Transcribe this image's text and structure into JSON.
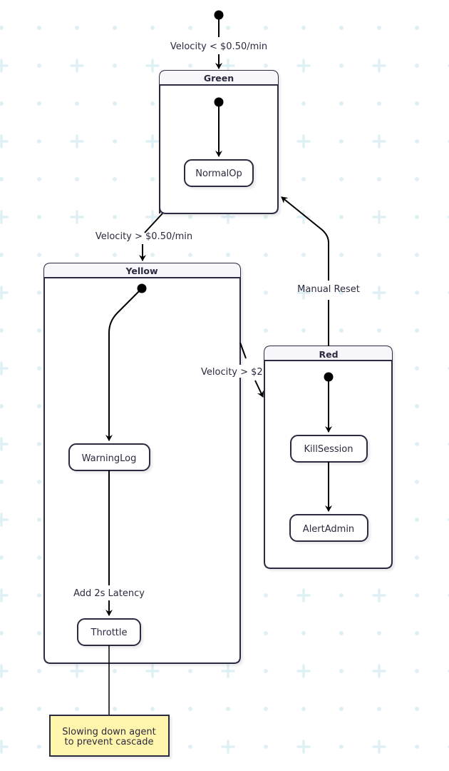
{
  "diagram": {
    "type": "state-diagram",
    "colors": {
      "background": "#ffffff",
      "grid": "#dff0f5",
      "stroke": "#2b2a3f",
      "edge": "#000000",
      "header_fill": "#f7f7fb",
      "note_fill": "#fff5ad"
    },
    "composites": {
      "green": {
        "title": "Green",
        "states": {
          "normalop": "NormalOp"
        }
      },
      "yellow": {
        "title": "Yellow",
        "states": {
          "warninglog": "WarningLog",
          "throttle": "Throttle"
        }
      },
      "red": {
        "title": "Red",
        "states": {
          "killsession": "KillSession",
          "alertadmin": "AlertAdmin"
        }
      }
    },
    "transitions": {
      "start_to_green": "Velocity < $0.50/min",
      "green_to_yellow": "Velocity > $0.50/min",
      "yellow_to_red": "Velocity > $2",
      "red_to_green": "Manual Reset",
      "warninglog_to_throttle": "Add 2s Latency"
    },
    "note": {
      "line1": "Slowing down agent",
      "line2": "to prevent cascade"
    }
  }
}
